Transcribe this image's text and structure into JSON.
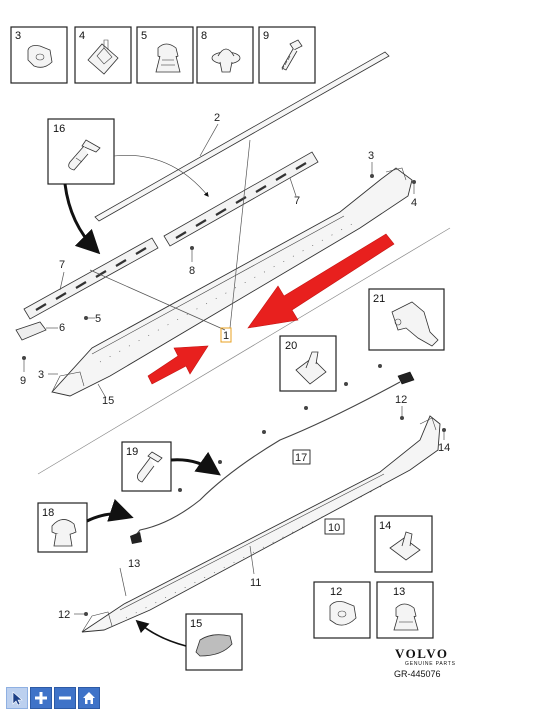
{
  "diagram": {
    "callouts": {
      "c2": "2",
      "c3a": "3",
      "c4a": "4",
      "c7a": "7",
      "c7b": "7",
      "c8": "8",
      "c5": "5",
      "c6": "6",
      "c9": "9",
      "c3b": "3",
      "c15": "15",
      "c1": "1",
      "c12a": "12",
      "c14": "14",
      "c17": "17",
      "c10": "10",
      "c13": "13",
      "c12b": "12",
      "c11": "11"
    },
    "boxes": {
      "b3": "3",
      "b4": "4",
      "b5": "5",
      "b8": "8",
      "b9": "9",
      "b16": "16",
      "b21": "21",
      "b20": "20",
      "b19": "19",
      "b18": "18",
      "b14": "14",
      "b12": "12",
      "b13": "13",
      "b15": "15"
    }
  },
  "brand": {
    "name": "VOLVO",
    "subtitle": "GENUINE PARTS",
    "doc_ref": "GR-445076"
  },
  "toolbar": {
    "buttons": [
      "cursor-icon",
      "zoom-in-icon",
      "zoom-out-icon",
      "home-icon"
    ]
  }
}
